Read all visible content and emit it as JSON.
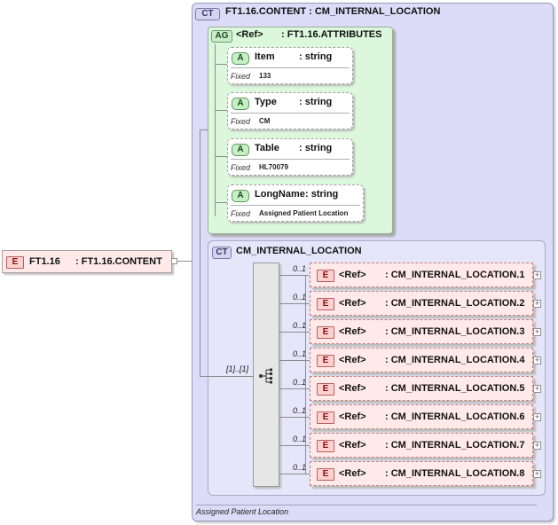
{
  "root": {
    "badge": "E",
    "name": "FT1.16",
    "type": ": FT1.16.CONTENT"
  },
  "content_type": {
    "badge": "CT",
    "title": "FT1.16.CONTENT : CM_INTERNAL_LOCATION",
    "footer": "Assigned Patient Location"
  },
  "attr_group": {
    "badge": "AG",
    "ref": "<Ref>",
    "type": ": FT1.16.ATTRIBUTES"
  },
  "attributes": [
    {
      "badge": "A",
      "name": "Item",
      "type": ": string",
      "fixed_label": "Fixed",
      "fixed_value": "133"
    },
    {
      "badge": "A",
      "name": "Type",
      "type": ": string",
      "fixed_label": "Fixed",
      "fixed_value": "CM"
    },
    {
      "badge": "A",
      "name": "Table",
      "type": ": string",
      "fixed_label": "Fixed",
      "fixed_value": "HL70079"
    },
    {
      "badge": "A",
      "name": "LongName",
      "type": ": string",
      "fixed_label": "Fixed",
      "fixed_value": "Assigned Patient Location"
    }
  ],
  "complex_type": {
    "badge": "CT",
    "name": "CM_INTERNAL_LOCATION"
  },
  "sequence": {
    "occurrence": "[1]..[1]",
    "icon": "sequence-icon"
  },
  "elements": [
    {
      "badge": "E",
      "occurrence": "0..1",
      "ref": "<Ref>",
      "type": ": CM_INTERNAL_LOCATION.1",
      "expand": "+"
    },
    {
      "badge": "E",
      "occurrence": "0..1",
      "ref": "<Ref>",
      "type": ": CM_INTERNAL_LOCATION.2",
      "expand": "+"
    },
    {
      "badge": "E",
      "occurrence": "0..1",
      "ref": "<Ref>",
      "type": ": CM_INTERNAL_LOCATION.3",
      "expand": "+"
    },
    {
      "badge": "E",
      "occurrence": "0..1",
      "ref": "<Ref>",
      "type": ": CM_INTERNAL_LOCATION.4",
      "expand": "+"
    },
    {
      "badge": "E",
      "occurrence": "0..1",
      "ref": "<Ref>",
      "type": ": CM_INTERNAL_LOCATION.5",
      "expand": "+"
    },
    {
      "badge": "E",
      "occurrence": "0..1",
      "ref": "<Ref>",
      "type": ": CM_INTERNAL_LOCATION.6",
      "expand": "+"
    },
    {
      "badge": "E",
      "occurrence": "0..1",
      "ref": "<Ref>",
      "type": ": CM_INTERNAL_LOCATION.7",
      "expand": "+"
    },
    {
      "badge": "E",
      "occurrence": "0..1",
      "ref": "<Ref>",
      "type": ": CM_INTERNAL_LOCATION.8",
      "expand": "+"
    }
  ],
  "colors": {
    "element_fill": "#ffe9e9",
    "attribute_group_fill": "#dcf8dc",
    "complex_type_fill": "#dcdcf8"
  }
}
